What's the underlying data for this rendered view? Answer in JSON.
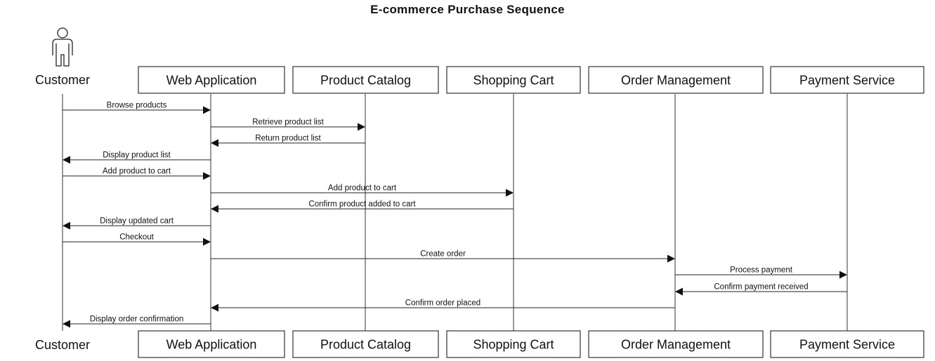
{
  "title": "E-commerce Purchase Sequence",
  "participants": [
    {
      "id": "customer",
      "label": "Customer",
      "kind": "actor"
    },
    {
      "id": "web",
      "label": "Web Application",
      "kind": "box"
    },
    {
      "id": "catalog",
      "label": "Product Catalog",
      "kind": "box"
    },
    {
      "id": "cart",
      "label": "Shopping Cart",
      "kind": "box"
    },
    {
      "id": "orders",
      "label": "Order Management",
      "kind": "box"
    },
    {
      "id": "payment",
      "label": "Payment Service",
      "kind": "box"
    }
  ],
  "messages": [
    {
      "from": "customer",
      "to": "web",
      "label": "Browse products"
    },
    {
      "from": "web",
      "to": "catalog",
      "label": "Retrieve product list"
    },
    {
      "from": "catalog",
      "to": "web",
      "label": "Return product list"
    },
    {
      "from": "web",
      "to": "customer",
      "label": "Display product list"
    },
    {
      "from": "customer",
      "to": "web",
      "label": "Add product to cart"
    },
    {
      "from": "web",
      "to": "cart",
      "label": "Add product to cart"
    },
    {
      "from": "cart",
      "to": "web",
      "label": "Confirm product added to cart"
    },
    {
      "from": "web",
      "to": "customer",
      "label": "Display updated cart"
    },
    {
      "from": "customer",
      "to": "web",
      "label": "Checkout"
    },
    {
      "from": "web",
      "to": "orders",
      "label": "Create order"
    },
    {
      "from": "orders",
      "to": "payment",
      "label": "Process payment"
    },
    {
      "from": "payment",
      "to": "orders",
      "label": "Confirm payment received"
    },
    {
      "from": "orders",
      "to": "web",
      "label": "Confirm order placed"
    },
    {
      "from": "web",
      "to": "customer",
      "label": "Display order confirmation"
    }
  ]
}
